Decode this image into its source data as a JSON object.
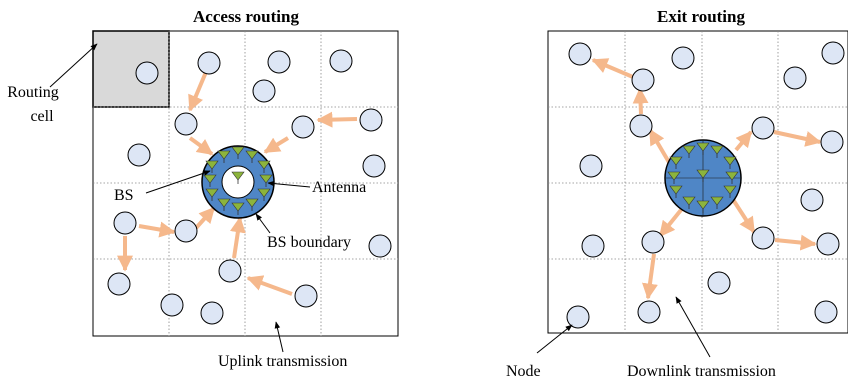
{
  "panels": {
    "access": {
      "title": "Access routing"
    },
    "exit": {
      "title": "Exit routing"
    }
  },
  "labels": {
    "routing_cell_line1": "Routing",
    "routing_cell_line2": "cell",
    "bs": "BS",
    "antenna": "Antenna",
    "bs_boundary": "BS boundary",
    "uplink": "Uplink transmission",
    "node": "Node",
    "downlink": "Downlink transmission"
  },
  "colors": {
    "node_fill": "#dde6f5",
    "arrow": "#f5b88c",
    "bs_fill": "#4f86c6",
    "antenna": "#8cb43c",
    "routing_cell_fill": "#d9d9d9"
  }
}
